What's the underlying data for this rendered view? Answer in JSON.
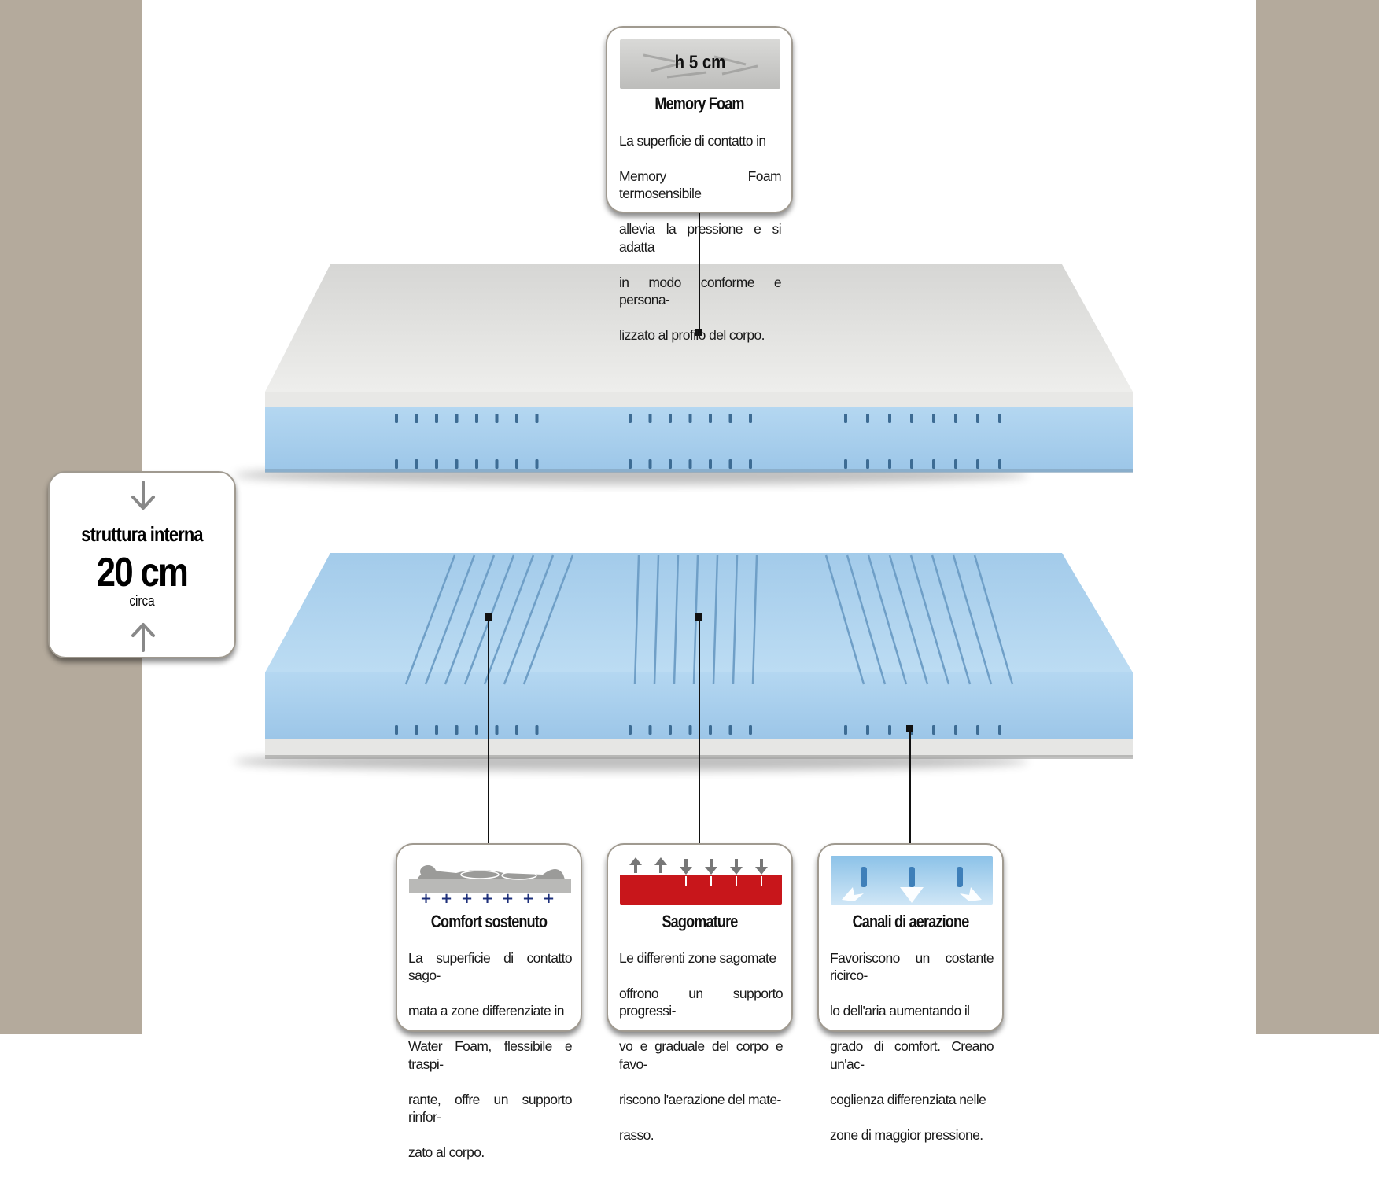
{
  "colors": {
    "side_panel": "#b4aa9c",
    "foam_blue": "#a9cfec",
    "memory_foam_grey": "#dcdcda",
    "sagomature_red": "#c8161b"
  },
  "top_card": {
    "badge": "h 5 cm",
    "title": "Memory Foam",
    "lines": [
      "La superficie di contatto in",
      "Memory Foam termosensibile",
      "allevia la pressione e si adatta",
      "in modo conforme e persona-",
      "lizzato al profilo del corpo."
    ]
  },
  "height_card": {
    "label": "struttura interna",
    "value": "20 cm",
    "note": "circa",
    "icons": [
      "arrow-down-icon",
      "arrow-up-icon"
    ]
  },
  "bottom_cards": [
    {
      "title": "Comfort sostenuto",
      "icon": "body-on-mattress-icon",
      "lines": [
        "La superficie di contatto sago-",
        "mata a zone differenziate in",
        "Water Foam, flessibile e traspi-",
        "rante, offre un supporto rinfor-",
        "zato al corpo."
      ]
    },
    {
      "title": "Sagomature",
      "icon": "pressure-arrows-icon",
      "lines": [
        "Le differenti zone sagomate",
        "offrono un supporto progressi-",
        "vo e graduale del corpo e favo-",
        "riscono l'aerazione del mate-",
        "rasso."
      ]
    },
    {
      "title": "Canali di aerazione",
      "icon": "airflow-icon",
      "lines": [
        "Favoriscono un costante ricirco-",
        "lo dell'aria aumentando il",
        "grado di comfort. Creano un'ac-",
        "coglienza differenziata nelle",
        "zone di maggior pressione."
      ]
    }
  ]
}
